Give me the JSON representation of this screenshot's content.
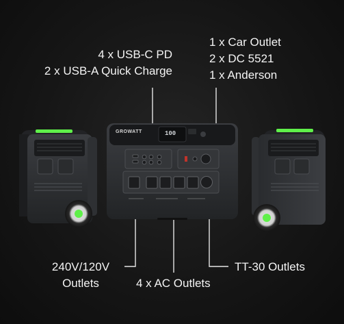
{
  "callouts": {
    "usb": [
      "4 x USB-C PD",
      "2 x USB-A Quick Charge"
    ],
    "car": [
      "1 x Car Outlet",
      "2 x DC 5521",
      "1 x Anderson"
    ],
    "voltage": [
      "240V/120V",
      "Outlets"
    ],
    "ac": "4 x AC Outlets",
    "tt30": "TT-30 Outlets"
  },
  "product": {
    "brand": "GROWATT",
    "display_reading": "100"
  },
  "colors": {
    "accent_green": "#5ff04a",
    "body_dark": "#2b2d30",
    "panel": "#3a3c40",
    "text": "#f4f4f4"
  }
}
